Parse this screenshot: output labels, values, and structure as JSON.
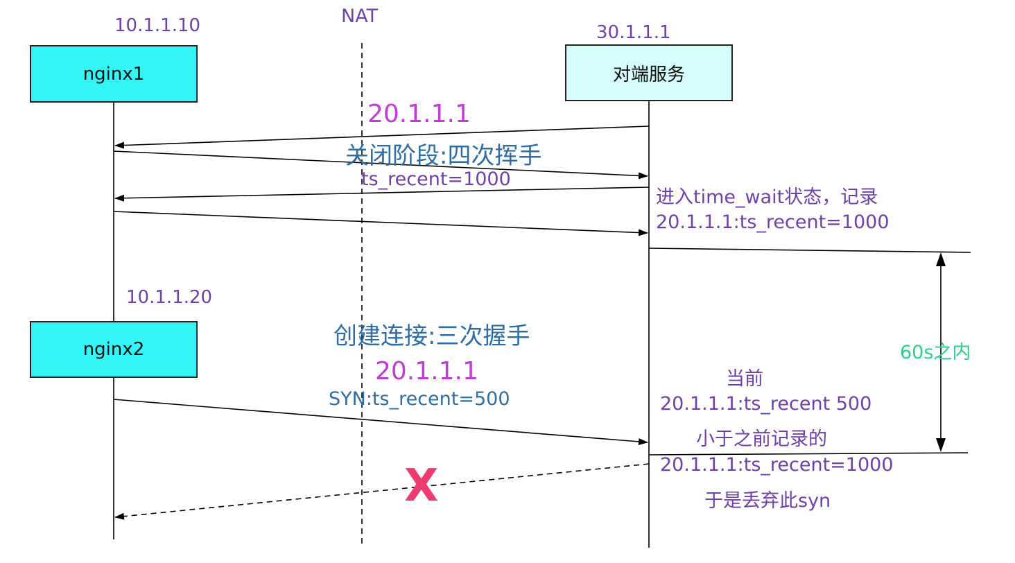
{
  "nat_label": "NAT",
  "nginx1": {
    "ip": "10.1.1.10",
    "label": "nginx1"
  },
  "nginx2": {
    "ip": "10.1.1.20",
    "label": "nginx2"
  },
  "peer": {
    "ip": "30.1.1.1",
    "label": "对端服务"
  },
  "close_phase": {
    "nat_ip": "20.1.1.1",
    "title": "关闭阶段:四次挥手",
    "ts_label": "ts_recent=1000"
  },
  "time_wait_note": {
    "line1": "进入time_wait状态，记录",
    "line2": "20.1.1.1:ts_recent=1000"
  },
  "interval_label": "60s之内",
  "connect_phase": {
    "title": "创建连接:三次握手",
    "nat_ip": "20.1.1.1",
    "syn_label": "SYN:ts_recent=500"
  },
  "reject_note": {
    "line1": "当前",
    "line2": "20.1.1.1:ts_recent 500",
    "line3": "小于之前记录的",
    "line4": "20.1.1.1:ts_recent=1000",
    "line5": "于是丢弃此syn"
  },
  "drop_mark": "X",
  "colors": {
    "node_fill": "#33f5f5",
    "peer_fill": "#d6fcfc",
    "ip_text": "#6f3fae",
    "nat_ip_text": "#c13bd6",
    "phase_text": "#2f6da5",
    "interval_text": "#2ecf8a",
    "drop_mark": "#ee3c70"
  }
}
